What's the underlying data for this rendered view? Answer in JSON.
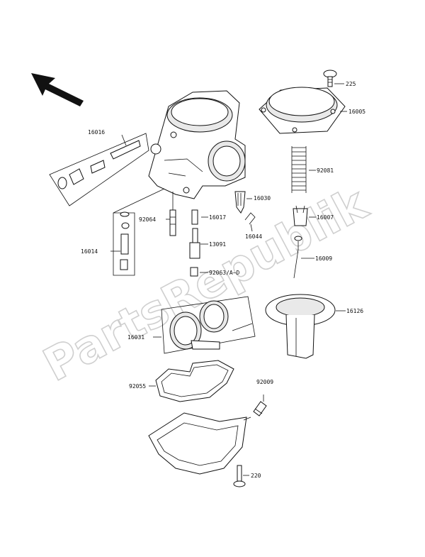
{
  "watermark": "PartsRepublik",
  "parts": [
    {
      "id": "225",
      "label": "225"
    },
    {
      "id": "16005",
      "label": "16005"
    },
    {
      "id": "16016",
      "label": "16016"
    },
    {
      "id": "92081",
      "label": "92081"
    },
    {
      "id": "16030",
      "label": "16030"
    },
    {
      "id": "92064",
      "label": "92064"
    },
    {
      "id": "16017",
      "label": "16017"
    },
    {
      "id": "16007",
      "label": "16007"
    },
    {
      "id": "16044",
      "label": "16044"
    },
    {
      "id": "16014",
      "label": "16014"
    },
    {
      "id": "13091",
      "label": "13091"
    },
    {
      "id": "16009",
      "label": "16009"
    },
    {
      "id": "92063",
      "label": "92063/A~D"
    },
    {
      "id": "16126",
      "label": "16126"
    },
    {
      "id": "16031",
      "label": "16031"
    },
    {
      "id": "92009",
      "label": "92009"
    },
    {
      "id": "92055",
      "label": "92055"
    },
    {
      "id": "220",
      "label": "220"
    }
  ]
}
